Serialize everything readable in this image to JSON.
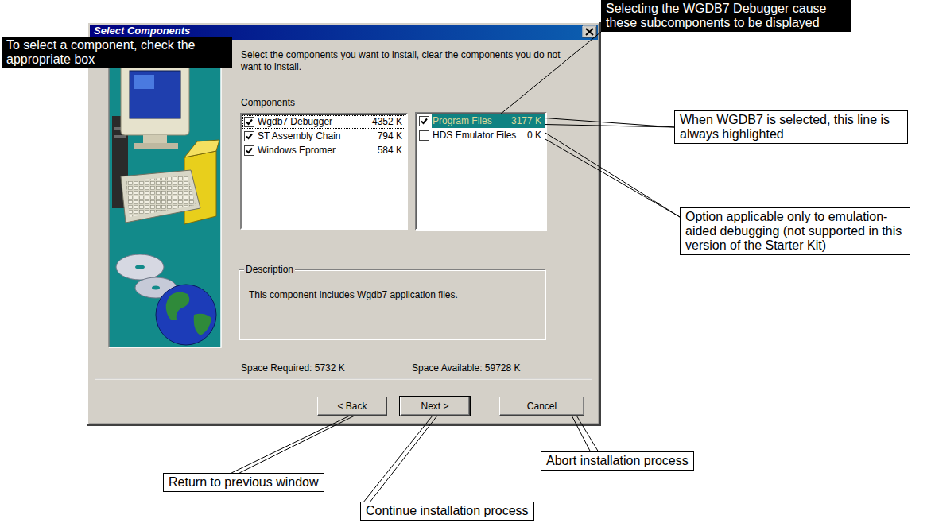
{
  "diagram": {
    "nodes": [
      {
        "text": [
          "Select Components",
          "Select the components you want to install, clear the components you do not want to install.",
          "Space Required: 5732 K",
          "Space Available: 59728 K"
        ]
      },
      {
        "text": [
          "Components"
        ],
        "in": 0
      },
      {
        "text": [
          "Wgdb7 Debugger",
          "4352 K"
        ],
        "in": 1
      },
      {
        "text": [
          "ST Assembly Chain",
          "794 K"
        ],
        "in": 1
      },
      {
        "text": [
          "Windows Epromer",
          "584 K"
        ],
        "in": 1
      },
      {
        "text": [
          "Program Files",
          "3177 K"
        ],
        "in": 0
      },
      {
        "text": [
          "HDS Emulator Files",
          "0 K"
        ],
        "in": 0
      },
      {
        "text": [
          "Description",
          "This component includes Wgdb7 application files."
        ],
        "in": 0
      },
      {
        "text": [
          "< Back"
        ],
        "in": 0
      },
      {
        "text": [
          "Next >"
        ],
        "in": 0
      },
      {
        "text": [
          "Cancel"
        ],
        "in": 0
      },
      {
        "text": [
          "To select a component, check the appropriate box"
        ]
      },
      {
        "text": [
          "Selecting the WGDB7 Debugger cause these subcomponents to be displayed"
        ]
      },
      {
        "text": [
          "When WGDB7 is selected, this line is always highlighted"
        ]
      },
      {
        "text": [
          "Option applicable only to emulation-aided debugging (not supported in this version of the Starter Kit)"
        ]
      },
      {
        "text": [
          "Return to previous window"
        ]
      },
      {
        "text": [
          "Continue installation process"
        ]
      },
      {
        "text": [
          "Abort installation process"
        ]
      }
    ],
    "edges": [
      {
        "from": 12,
        "to": 5,
        "arrow": "none"
      },
      {
        "from": 13,
        "to": 5,
        "arrow": "none"
      },
      {
        "from": 14,
        "to": 6,
        "arrow": "none"
      },
      {
        "from": 15,
        "to": 8,
        "arrow": "none"
      },
      {
        "from": 16,
        "to": 9,
        "arrow": "none"
      },
      {
        "from": 17,
        "to": 10,
        "arrow": "none"
      }
    ]
  }
}
